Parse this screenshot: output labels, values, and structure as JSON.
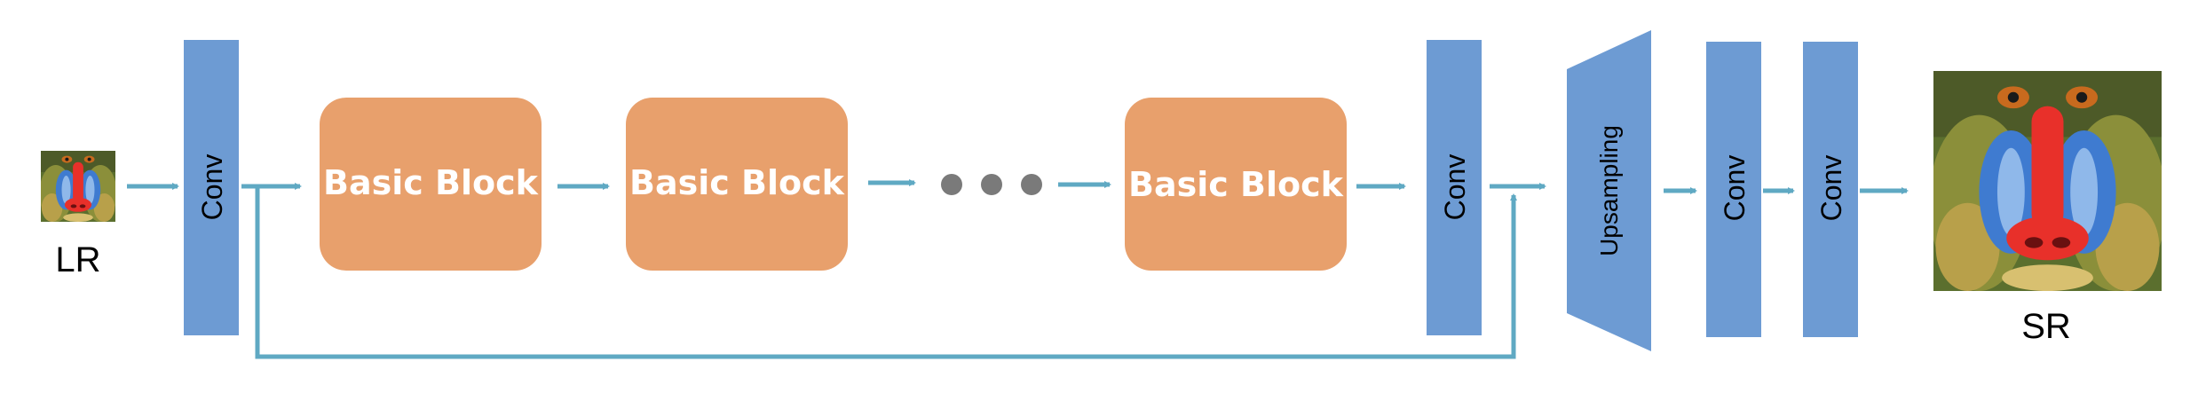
{
  "diagram": {
    "input_label": "LR",
    "output_label": "SR",
    "conv_label": "Conv",
    "conv2_label": "Conv",
    "conv3_label": "Conv",
    "conv4_label": "Conv",
    "block1_label": "Basic Block",
    "block2_label": "Basic Block",
    "block3_label": "Basic Block",
    "upsampling_label": "Upsampling"
  },
  "colors": {
    "conv": "#6d9bd3",
    "block": "#e8a06c",
    "arrow": "#5fa9c3",
    "dots": "#7a7a7a",
    "text_dark": "#000000",
    "text_light": "#ffffff"
  },
  "icons": {
    "input_image": "mandrill-thumbnail-icon",
    "output_image": "mandrill-photo-icon"
  }
}
